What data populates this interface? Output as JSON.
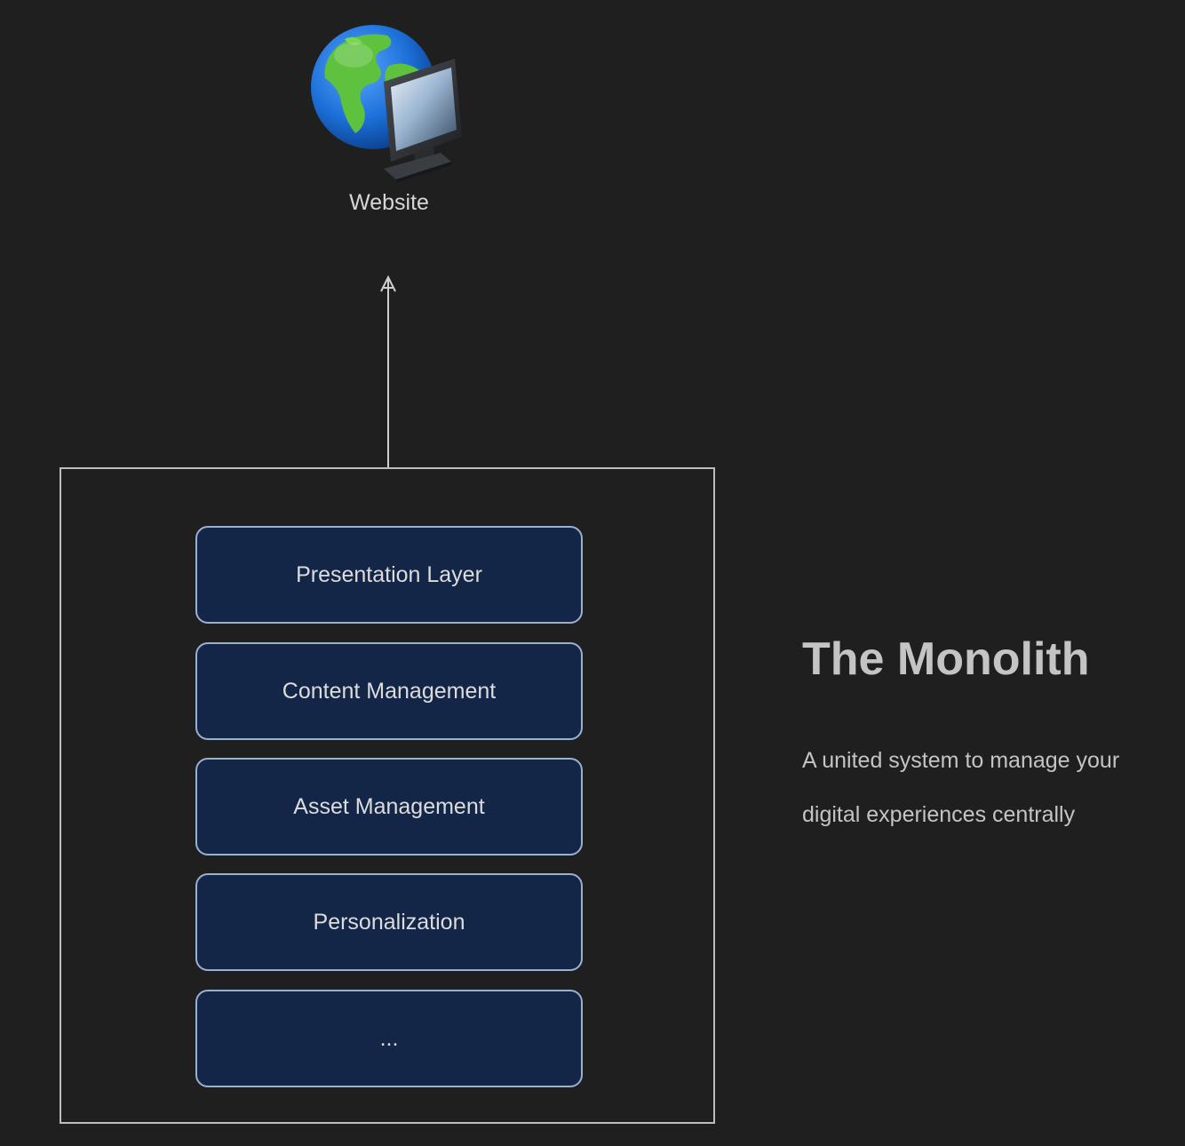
{
  "website": {
    "label": "Website",
    "icon": "globe-with-monitor-icon"
  },
  "monolith": {
    "layers": [
      {
        "label": "Presentation Layer"
      },
      {
        "label": "Content Management"
      },
      {
        "label": "Asset Management"
      },
      {
        "label": "Personalization"
      },
      {
        "label": "..."
      }
    ]
  },
  "info": {
    "title": "The Monolith",
    "description": "A united system to manage your digital experiences centrally"
  },
  "colors": {
    "background": "#1f1f1f",
    "layer_fill": "#142647",
    "layer_border": "#9ab0d0",
    "box_border": "#bdbdbd",
    "text": "#d6d6d6"
  }
}
